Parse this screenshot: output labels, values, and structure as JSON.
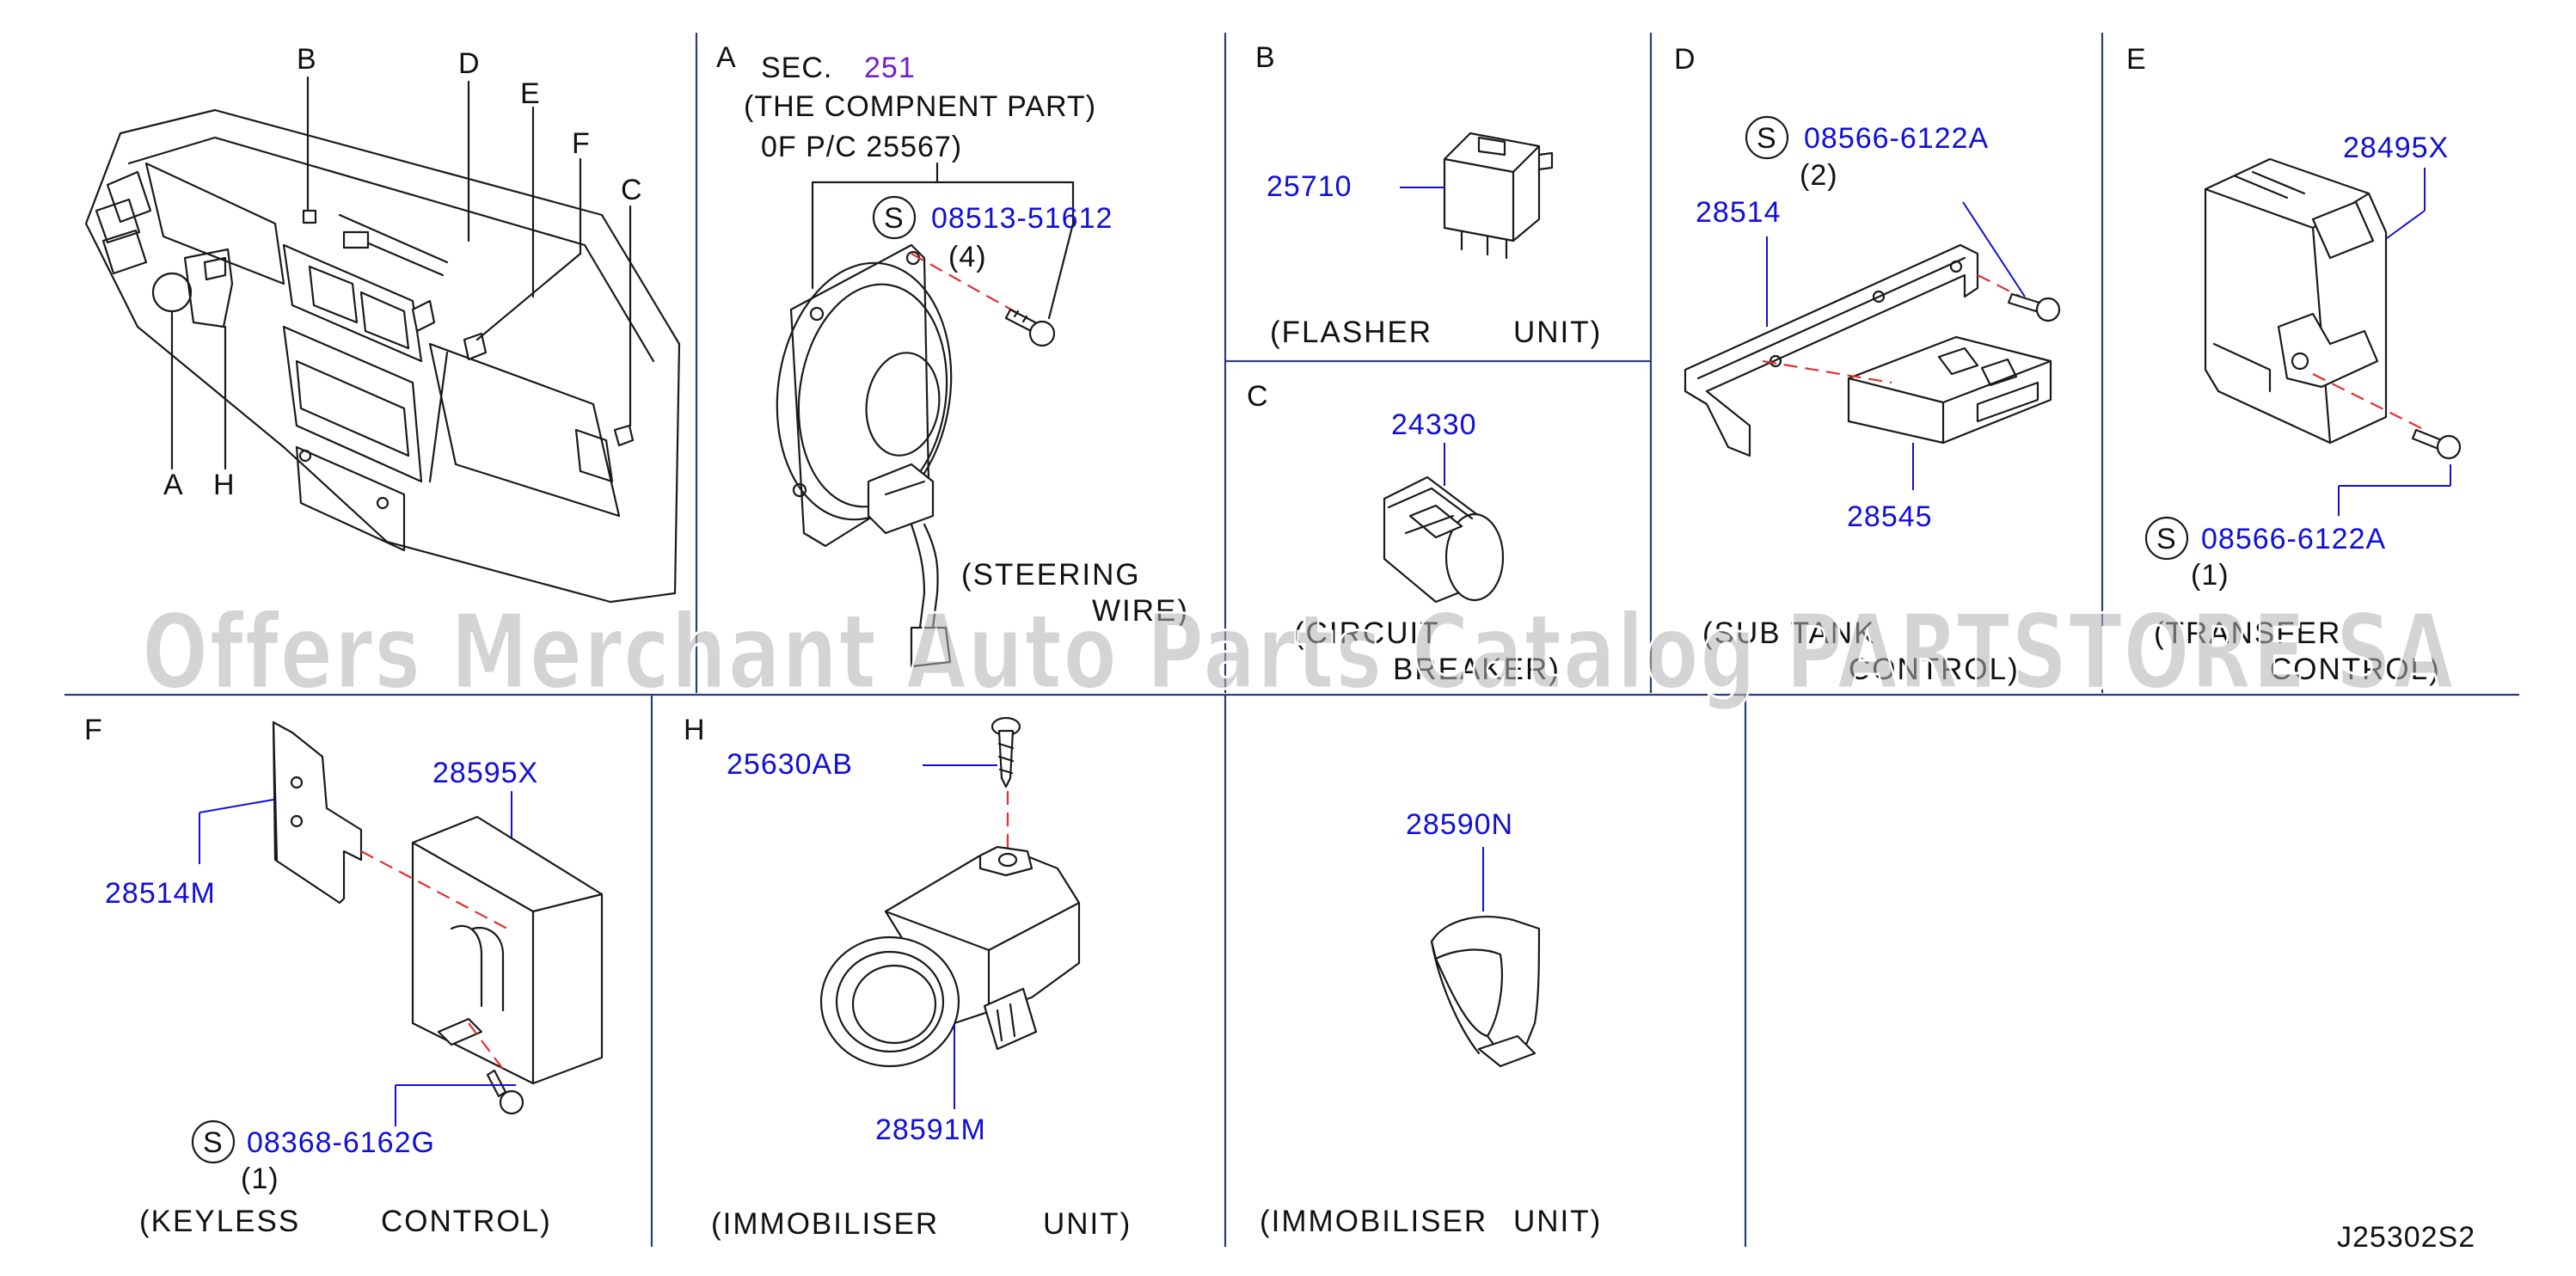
{
  "diagram_code": "J25302S2",
  "watermark": "Offers Merchant Auto Parts Catalog PARTSTORE SA",
  "colors": {
    "part_number": "#1010d8",
    "section_ref": "#7020d0",
    "grid": "#2a3f7a",
    "centerline": "#e03030",
    "watermark": "#b0b0b0"
  },
  "overview": {
    "labels": [
      "B",
      "D",
      "E",
      "F",
      "C",
      "A",
      "H"
    ]
  },
  "panel_a": {
    "letter": "A",
    "sec_label": "SEC.",
    "sec_number": "251",
    "note_line1": "(THE   COMPNENT   PART)",
    "note_line2": "0F   P/C   25567)",
    "screw_symbol": "S",
    "screw_part": "08513-51612",
    "screw_qty": "(4)",
    "caption_line1": "(STEERING",
    "caption_line2": "WIRE)"
  },
  "panel_b": {
    "letter": "B",
    "part": "25710",
    "caption_left": "(FLASHER",
    "caption_right": "UNIT)"
  },
  "panel_c": {
    "letter": "C",
    "part": "24330",
    "caption_line1": "(CIRCUIT",
    "caption_line2": "BREAKER)"
  },
  "panel_d": {
    "letter": "D",
    "screw_symbol": "S",
    "screw_part": "08566-6122A",
    "screw_qty": "(2)",
    "bracket_part": "28514",
    "unit_part": "28545",
    "caption_line1": "(SUB   TANK",
    "caption_line2": "CONTROL)"
  },
  "panel_e": {
    "letter": "E",
    "unit_part": "28495X",
    "screw_symbol": "S",
    "screw_part": "08566-6122A",
    "screw_qty": "(1)",
    "caption_line1": "(TRANSFER",
    "caption_line2": "CONTROL)"
  },
  "panel_f": {
    "letter": "F",
    "unit_part": "28595X",
    "bracket_part": "28514M",
    "screw_symbol": "S",
    "screw_part": "08368-6162G",
    "screw_qty": "(1)",
    "caption_left": "(KEYLESS",
    "caption_right": "CONTROL)"
  },
  "panel_h": {
    "letter": "H",
    "screw_part": "25630AB",
    "unit_part": "28591M",
    "caption_left": "(IMMOBILISER",
    "caption_right": "UNIT)"
  },
  "panel_i": {
    "part": "28590N",
    "caption_left": "(IMMOBILISER",
    "caption_right": "UNIT)"
  }
}
